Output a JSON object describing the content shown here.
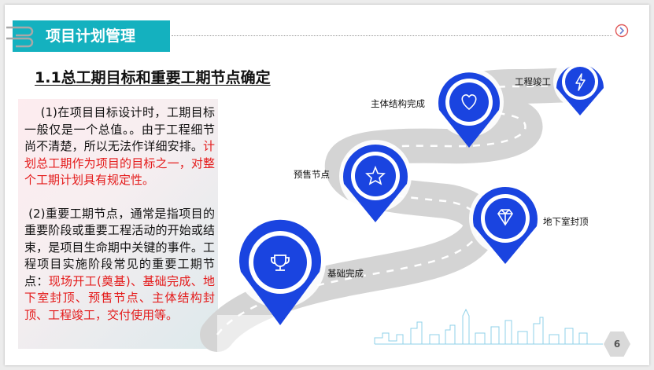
{
  "header": {
    "title": "项目计划管理"
  },
  "subtitle": "1.1总工期目标和重要工期节点确定",
  "paragraph1": {
    "black": "(1)在项目目标设计时，工期目标一般仅是一个总值。。由于工程细节尚不清楚，所以无法作详细安排。",
    "red": "计划总工期作为项目的目标之一，对整个工期计划具有规定性。"
  },
  "paragraph2": {
    "black": "(2)重要工期节点，通常是指项目的重要阶段或重要工程活动的开始或结束，是项目生命期中关键的事件。工程项目实施阶段常见的重要工期节点：",
    "red": "现场开工(奠基)、基础完成、地下室封顶、预售节点、主体结构封顶、工程竣工，交付使用等。"
  },
  "milestones": [
    {
      "label": "基础完成",
      "icon": "trophy-icon"
    },
    {
      "label": "预售节点",
      "icon": "star-icon"
    },
    {
      "label": "地下室封顶",
      "icon": "diamond-icon"
    },
    {
      "label": "主体结构完成",
      "icon": "heart-icon"
    },
    {
      "label": "工程竣工",
      "icon": "lightning-icon"
    }
  ],
  "page_number": "6",
  "colors": {
    "accent": "#14b1bf",
    "marker": "#1a44e0",
    "highlight": "#e41a1a",
    "road": "#d3d3d3"
  }
}
